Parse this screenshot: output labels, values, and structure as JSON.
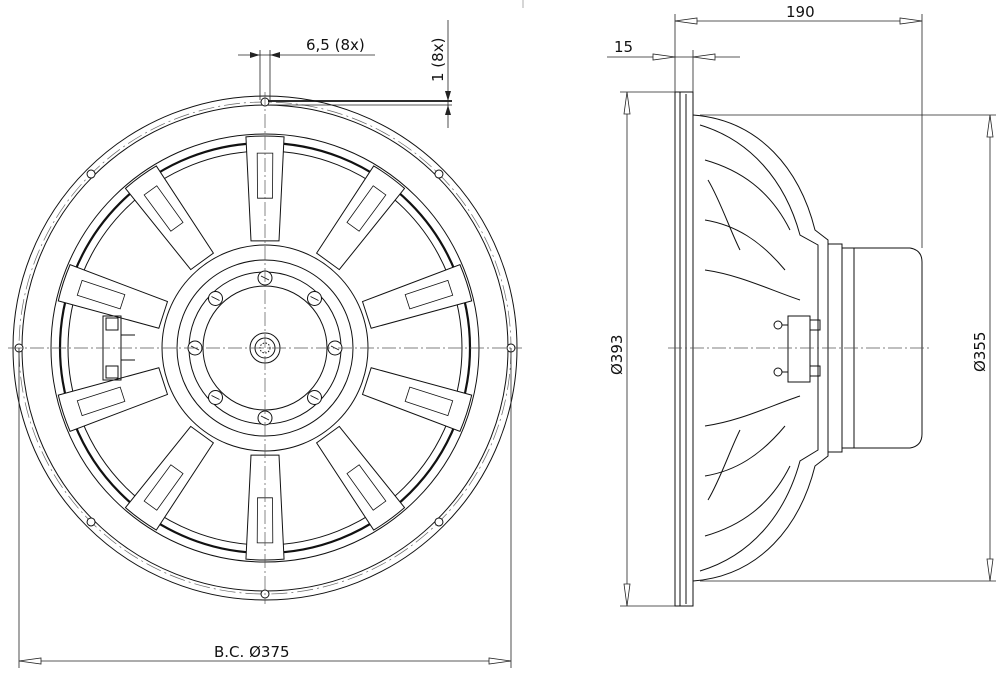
{
  "dimensions": {
    "hole_diameter": "6,5 (8x)",
    "flange_offset": "1 (8x)",
    "overall_depth": "190",
    "flange_thickness": "15",
    "outer_diameter": "393",
    "baffle_cutout": "355",
    "bolt_circle": "B.C.",
    "bolt_circle_value": "375",
    "diameter_symbol": "Ø"
  }
}
